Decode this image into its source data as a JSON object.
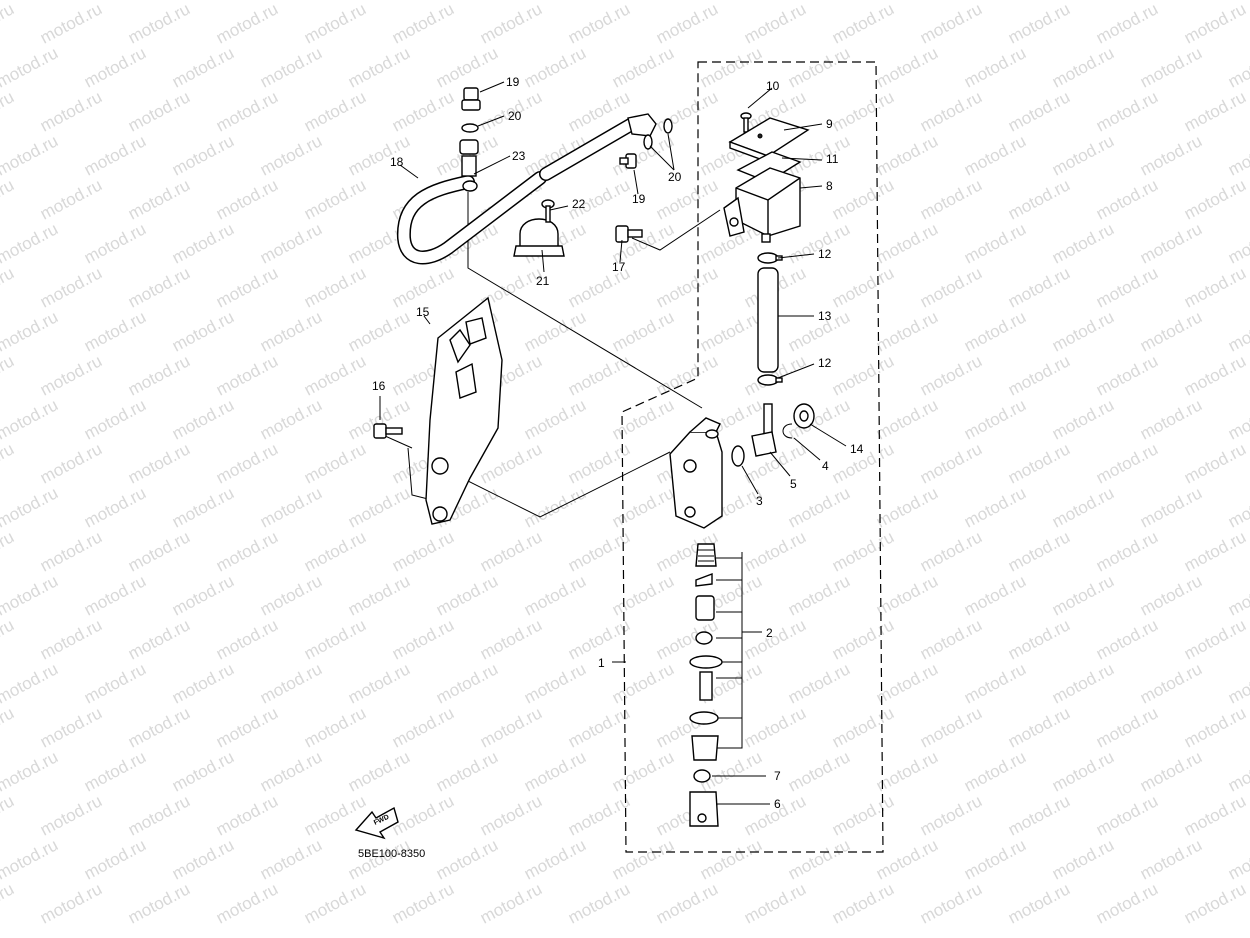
{
  "diagram": {
    "watermark_text": "motod.ru",
    "drawing_code": "5BE100-8350",
    "fwd_label": "FWD",
    "callouts": {
      "c1": "1",
      "c2": "2",
      "c3": "3",
      "c4": "4",
      "c5": "5",
      "c6": "6",
      "c7": "7",
      "c8": "8",
      "c9": "9",
      "c10": "10",
      "c11": "11",
      "c12a": "12",
      "c12b": "12",
      "c13": "13",
      "c14": "14",
      "c15": "15",
      "c16": "16",
      "c17": "17",
      "c18": "18",
      "c19a": "19",
      "c19b": "19",
      "c20a": "20",
      "c20b": "20",
      "c21": "21",
      "c22": "22",
      "c23": "23"
    }
  }
}
